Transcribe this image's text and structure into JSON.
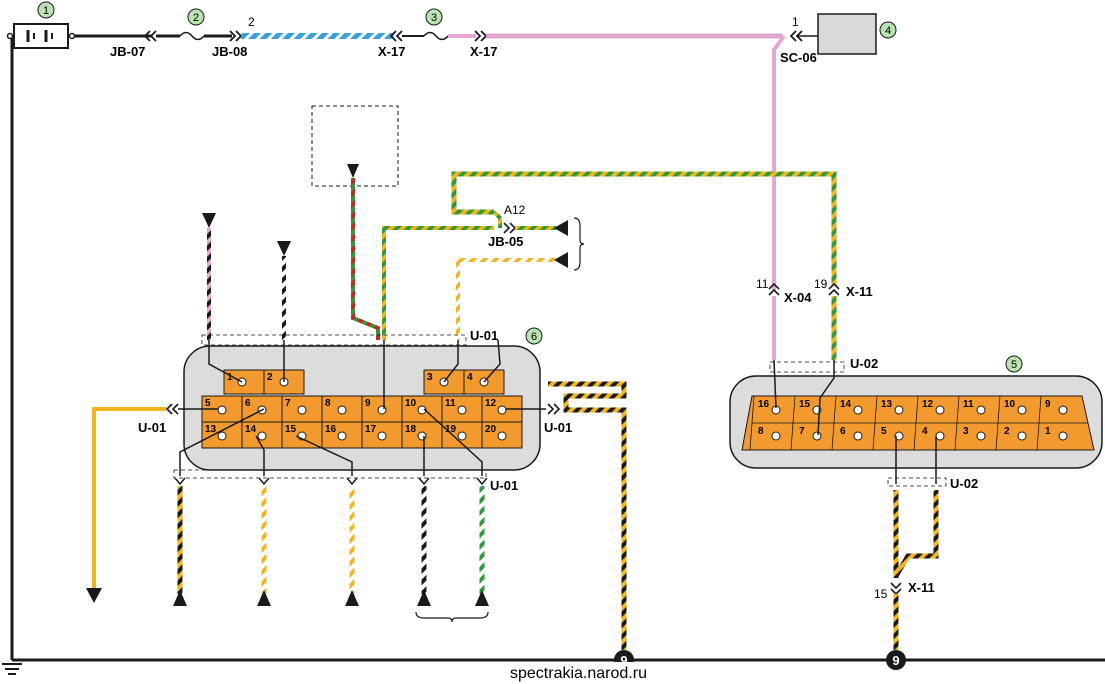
{
  "callouts": [
    "1",
    "2",
    "3",
    "4",
    "5",
    "6"
  ],
  "connectors": {
    "jb07": "JB-07",
    "jb08": "JB-08",
    "x17_a": "X-17",
    "x17_b": "X-17",
    "sc06": "SC-06",
    "jb05": "JB-05",
    "a12": "A12",
    "x04": "X-04",
    "x11_top": "X-11",
    "x11_bottom": "X-11",
    "u01_top": "U-01",
    "u01_left": "U-01",
    "u01_right": "U-01",
    "u01_bottom": "U-01",
    "u02_top": "U-02",
    "u02_bottom": "U-02"
  },
  "wire_numbers": {
    "w2": "2",
    "w1": "1",
    "w11": "11",
    "w19": "19",
    "w15": "15"
  },
  "ground_label": "9",
  "component6_pins": [
    "1",
    "2",
    "3",
    "4",
    "5",
    "6",
    "7",
    "8",
    "9",
    "10",
    "11",
    "12",
    "13",
    "14",
    "15",
    "16",
    "17",
    "18",
    "19",
    "20"
  ],
  "component5_pins": [
    "16",
    "15",
    "14",
    "13",
    "12",
    "11",
    "10",
    "9",
    "8",
    "7",
    "6",
    "5",
    "4",
    "3",
    "2",
    "1"
  ],
  "footer": "spectrakia.narod.ru",
  "colors": {
    "wire_black": "#1a1a1a",
    "wire_pink": "#e8a6d2",
    "wire_blue": "#3aa0dc",
    "wire_yellow": "#f2b51c",
    "wire_green": "#2e9a3c",
    "wire_red": "#cc2222",
    "connector_orange": "#f29a2e",
    "housing_gray": "#dcdcdc",
    "callout_green": "#b9e3b1"
  }
}
